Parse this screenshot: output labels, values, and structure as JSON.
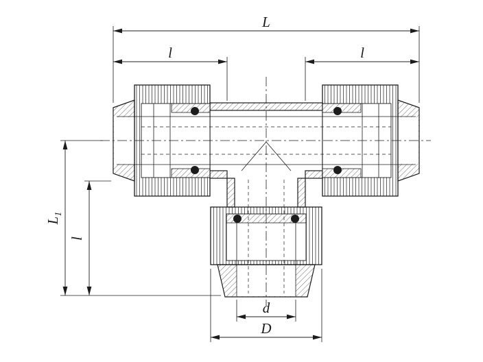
{
  "drawing": {
    "line_color": "#1c1c1c",
    "background_color": "#ffffff",
    "labels": {
      "overall_length": "L",
      "left_engagement": "l",
      "right_engagement": "l",
      "branch_height_main": "L",
      "branch_height_sub": "1",
      "branch_engagement": "l",
      "inner_diameter": "d",
      "outer_diameter": "D"
    }
  }
}
